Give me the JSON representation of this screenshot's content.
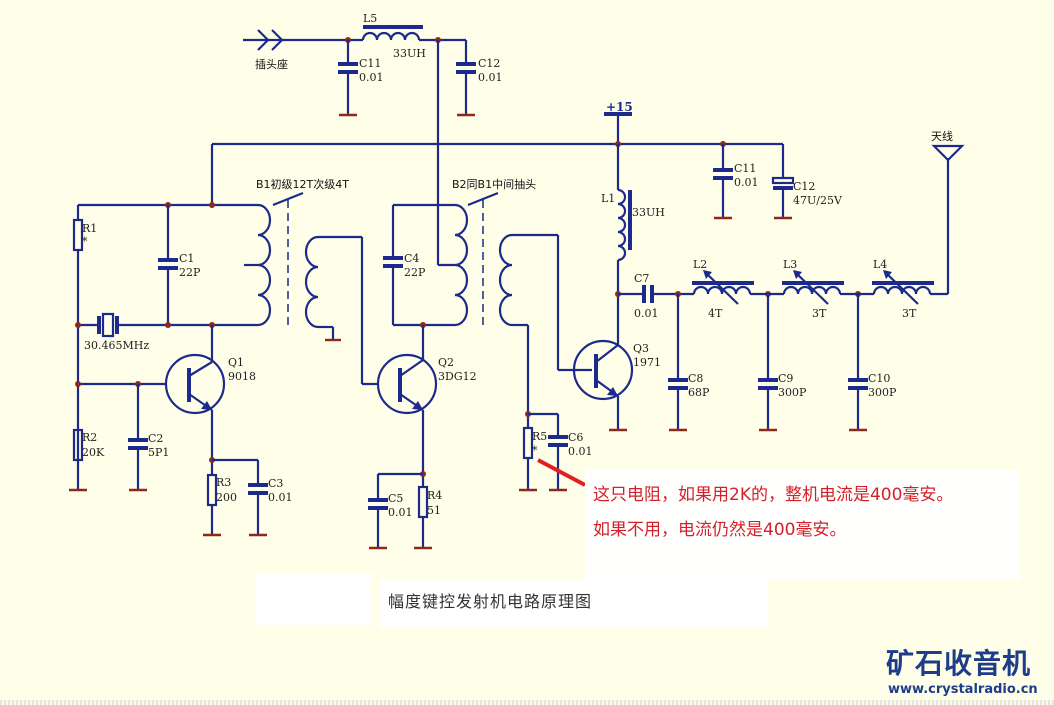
{
  "diagram": {
    "title": "幅度键控发射机电路原理图",
    "connector_label": "插头座",
    "power_label": "+15",
    "antenna_label": "天线",
    "transformer_notes": {
      "b1": "B1初级12T次级4T",
      "b2": "B2同B1中间抽头"
    },
    "components": {
      "L5": {
        "ref": "L5",
        "value": "33UH"
      },
      "C11a": {
        "ref": "C11",
        "value": "0.01"
      },
      "C12a": {
        "ref": "C12",
        "value": "0.01"
      },
      "R1": {
        "ref": "R1",
        "value": "*"
      },
      "C1": {
        "ref": "C1",
        "value": "22P"
      },
      "X1": {
        "ref": "",
        "value": "30.465MHz"
      },
      "Q1": {
        "ref": "Q1",
        "value": "9018"
      },
      "R2": {
        "ref": "R2",
        "value": "20K"
      },
      "C2": {
        "ref": "C2",
        "value": "5P1"
      },
      "R3": {
        "ref": "R3",
        "value": "200"
      },
      "C3": {
        "ref": "C3",
        "value": "0.01"
      },
      "C4": {
        "ref": "C4",
        "value": "22P"
      },
      "Q2": {
        "ref": "Q2",
        "value": "3DG12"
      },
      "C5": {
        "ref": "C5",
        "value": "0.01"
      },
      "R4": {
        "ref": "R4",
        "value": "51"
      },
      "R5": {
        "ref": "R5",
        "value": "*"
      },
      "C6": {
        "ref": "C6",
        "value": "0.01"
      },
      "Q3": {
        "ref": "Q3",
        "value": "1971"
      },
      "L1": {
        "ref": "L1",
        "value": "33UH"
      },
      "C11b": {
        "ref": "C11",
        "value": "0.01"
      },
      "C12b": {
        "ref": "C12",
        "value": "47U/25V"
      },
      "C7": {
        "ref": "C7",
        "value": "0.01"
      },
      "L2": {
        "ref": "L2",
        "value": "4T"
      },
      "L3": {
        "ref": "L3",
        "value": "3T"
      },
      "L4": {
        "ref": "L4",
        "value": "3T"
      },
      "C8": {
        "ref": "C8",
        "value": "68P"
      },
      "C9": {
        "ref": "C9",
        "value": "300P"
      },
      "C10": {
        "ref": "C10",
        "value": "300P"
      }
    }
  },
  "annotation": {
    "line1": "这只电阻，如果用2K的，整机电流是400毫安。",
    "line2": "如果不用，电流仍然是400毫安。",
    "color": "#d4202a"
  },
  "watermark": {
    "logo": "矿石收音机",
    "url": "www.crystalradio.cn",
    "color": "#1d3d8a"
  }
}
